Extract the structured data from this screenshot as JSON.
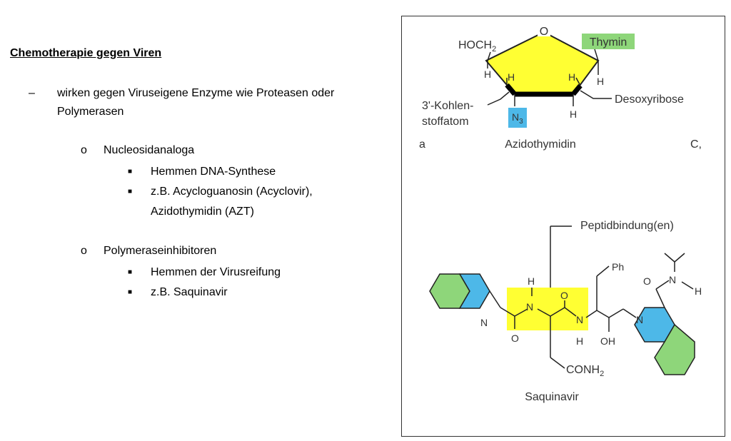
{
  "heading": "Chemotherapie gegen Viren",
  "bullet1": {
    "text": "wirken gegen Viruseigene Enzyme wie Proteasen oder Polymerasen",
    "children": [
      {
        "label": "Nucleosidanaloga",
        "items": [
          "Hemmen DNA-Synthese",
          "z.B. Acycloguanosin (Acyclovir),",
          "Azidothymidin (AZT)"
        ]
      },
      {
        "label": "Polymeraseinhibitoren",
        "items": [
          "Hemmen der Virusreifung",
          "z.B. Saquinavir"
        ]
      }
    ]
  },
  "figure": {
    "azt": {
      "o": "O",
      "hoch2": "HOCH",
      "sub2": "2",
      "thymin": "Thymin",
      "h": "H",
      "n3": "N",
      "sub3": "3",
      "kohlen1": "3'-Kohlen-",
      "kohlen2": "stoffatom",
      "desoxy": "Desoxyribose",
      "name": "Azidothymidin",
      "label_a": "a",
      "label_c": "C,"
    },
    "saq": {
      "peptid": "Peptidbindung(en)",
      "ph": "Ph",
      "oh": "OH",
      "conh2": "CONH",
      "sub2": "2",
      "n": "N",
      "h": "H",
      "o": "O",
      "name": "Saquinavir"
    }
  },
  "colors": {
    "yellow": "#ffff33",
    "blue": "#4db8e8",
    "green": "#8ed67a"
  }
}
